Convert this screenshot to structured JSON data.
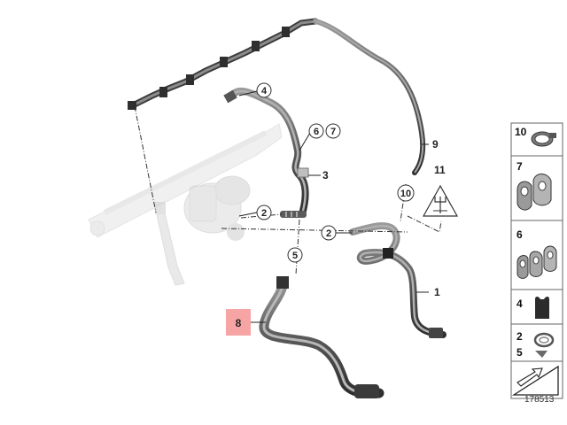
{
  "diagram": {
    "callouts": {
      "c4": "4",
      "c6": "6",
      "c7": "7",
      "c3": "3",
      "c2a": "2",
      "c2b": "2",
      "c5": "5",
      "c9": "9",
      "c11": "11",
      "c10": "10",
      "c1": "1",
      "c8": "8"
    },
    "highlight_color": "#f7a4a4",
    "diagram_id": "178513"
  },
  "legend": {
    "items": [
      {
        "id": "legend-item-10",
        "number": "10",
        "icon": "hose-clamp-icon"
      },
      {
        "id": "legend-item-7",
        "number": "7",
        "icon": "double-clip-icon"
      },
      {
        "id": "legend-item-6",
        "number": "6",
        "icon": "triple-clip-icon"
      },
      {
        "id": "legend-item-4",
        "number": "4",
        "icon": "rubber-grommet-icon"
      },
      {
        "id": "legend-item-2-5",
        "number_top": "2",
        "number_bottom": "5",
        "icon": "spring-clip-icon"
      }
    ],
    "bottom_icon": "diagram-arrow-icon"
  }
}
